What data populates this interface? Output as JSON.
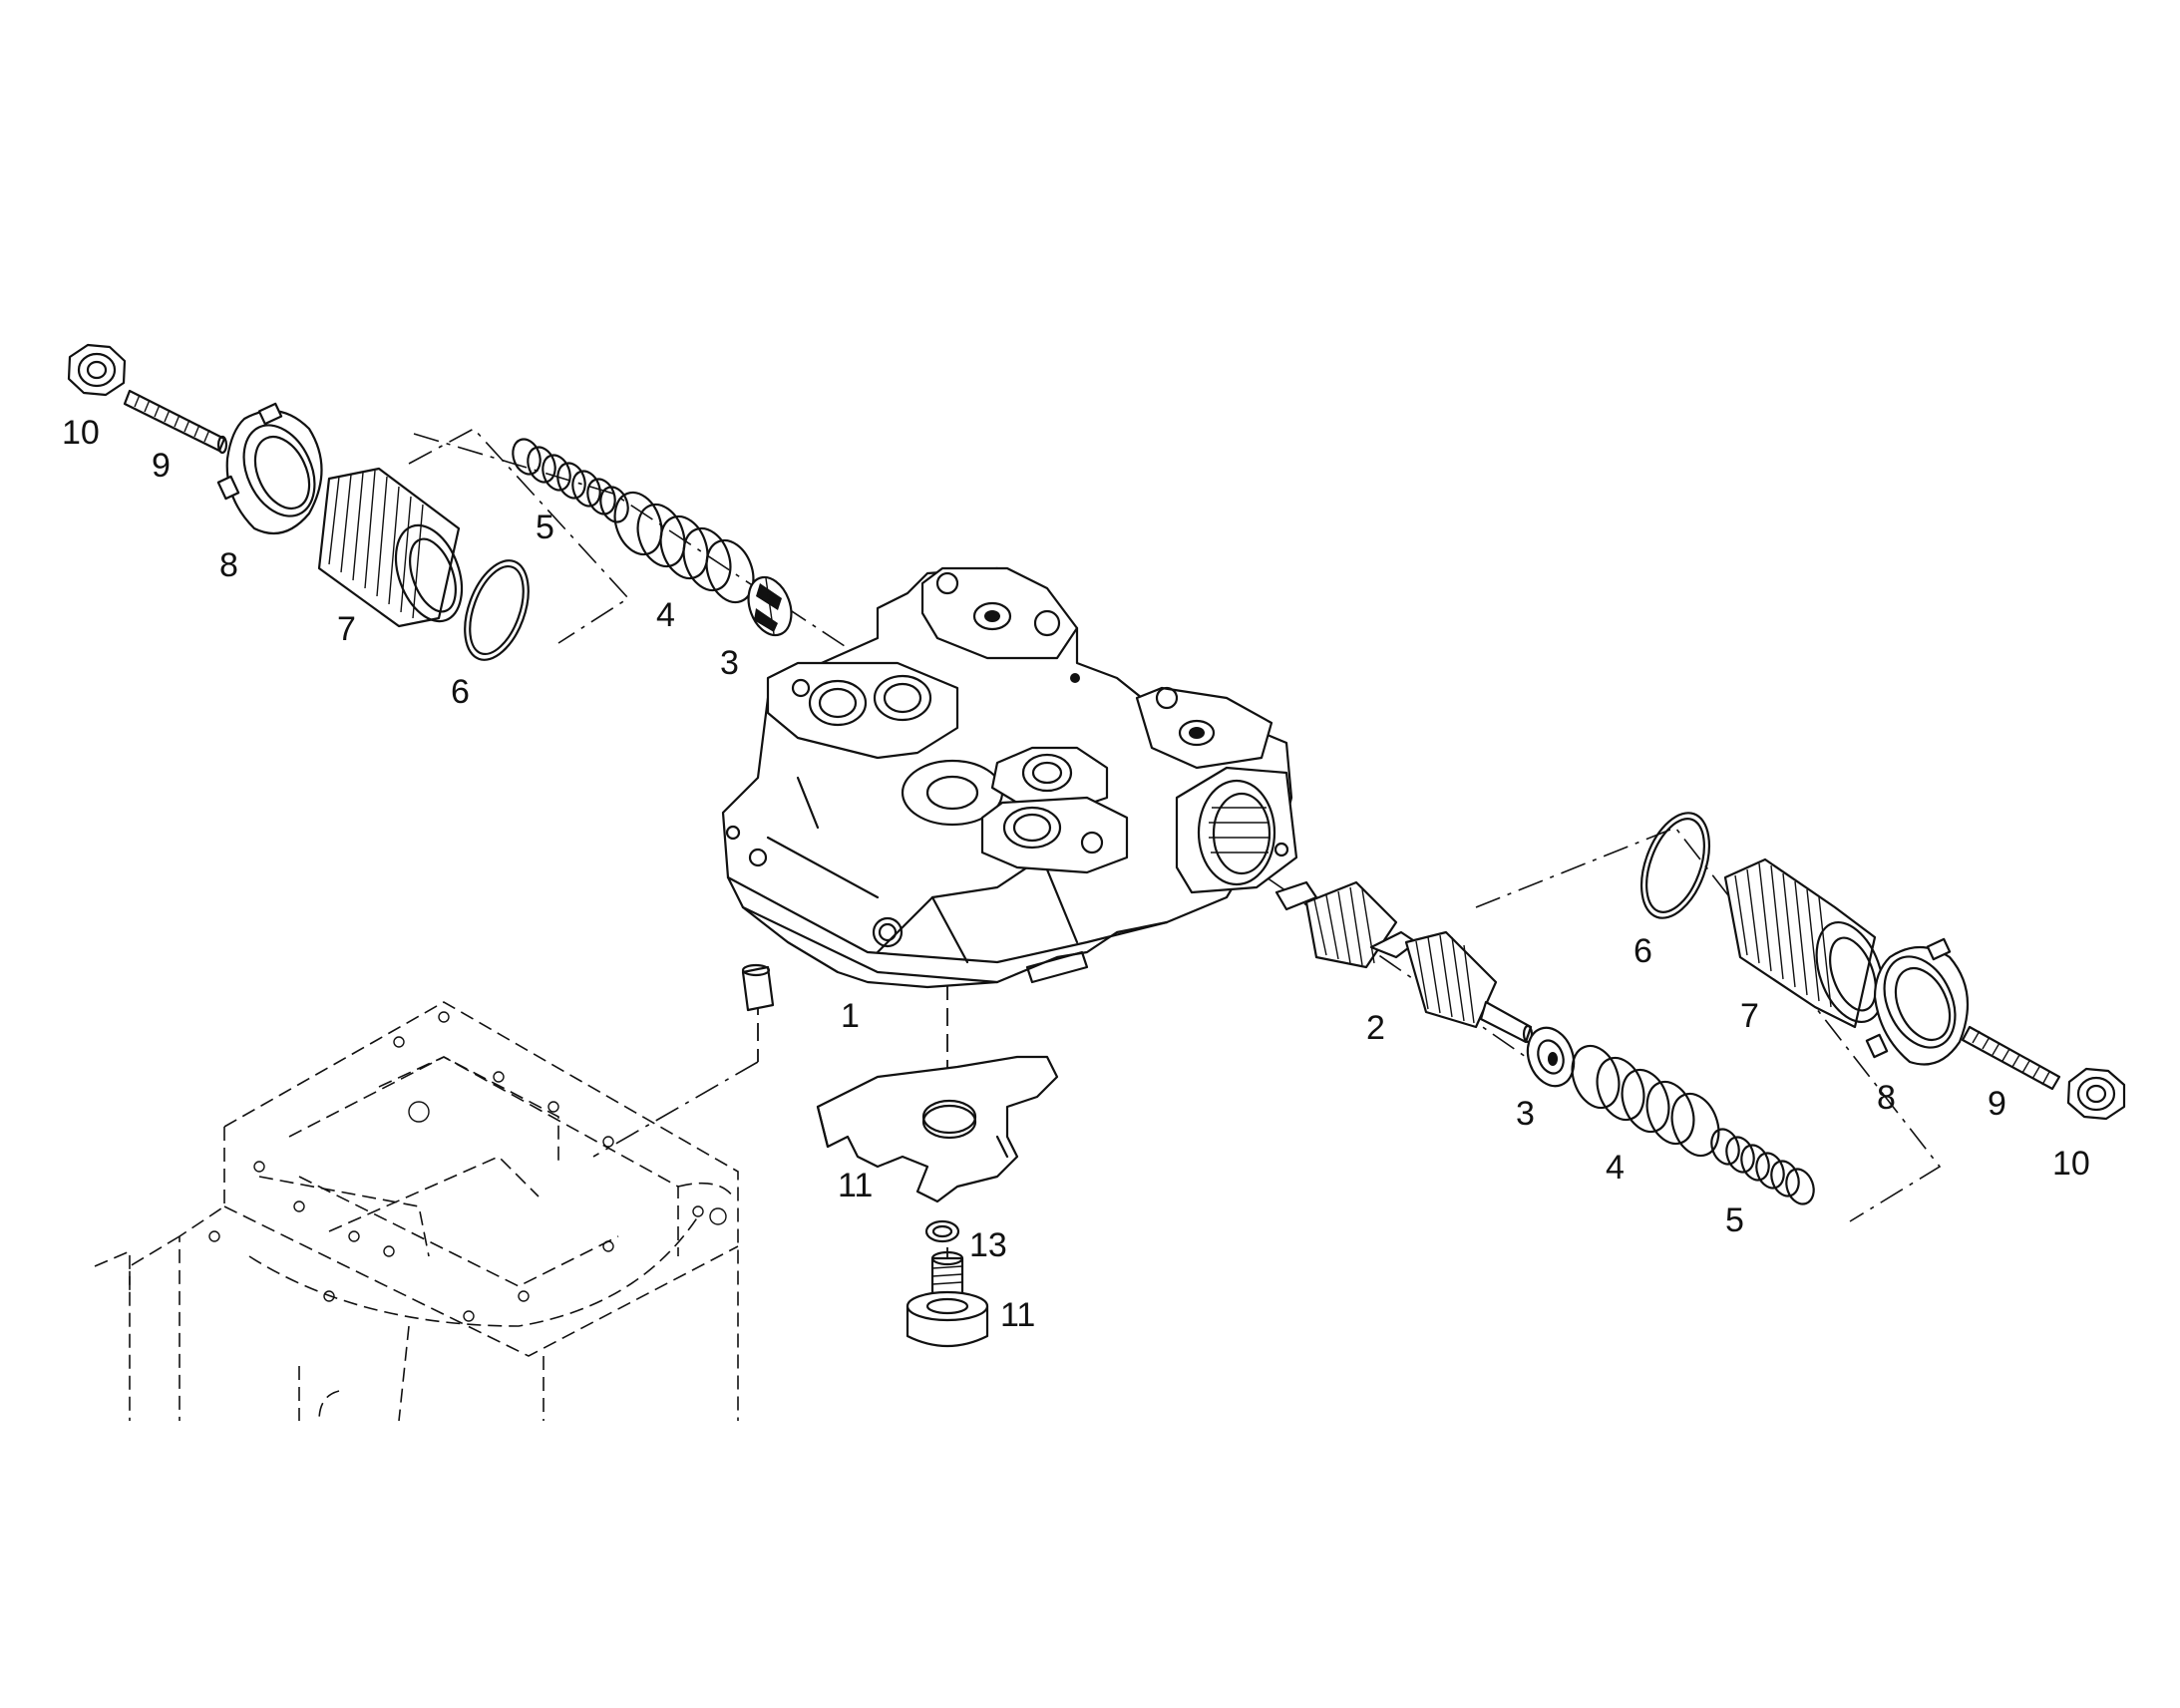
{
  "diagram": {
    "callouts": {
      "l10": "10",
      "l9": "9",
      "l8": "8",
      "l7": "7",
      "l6": "6",
      "l5": "5",
      "l4": "4",
      "l3": "3",
      "l1": "1",
      "l11a": "11",
      "r6": "6",
      "r7": "7",
      "r2": "2",
      "r3": "3",
      "r4": "4",
      "r5": "5",
      "r8": "8",
      "r9": "9",
      "r10": "10",
      "l13": "13",
      "l11b": "11"
    }
  }
}
